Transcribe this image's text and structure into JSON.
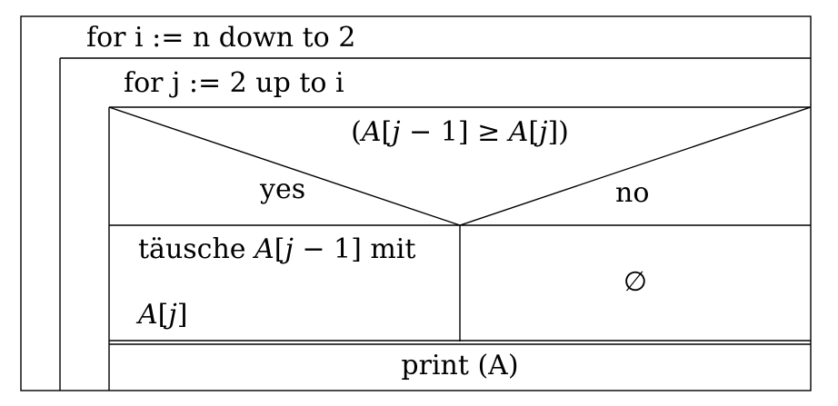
{
  "outer_loop": {
    "label": "for i := n down to 2"
  },
  "inner_loop": {
    "label": "for j := 2 up to i"
  },
  "decision": {
    "condition_open": "(",
    "a1": "A",
    "bracket_open1": "[",
    "j1": "j",
    "minus_one": " − 1",
    "bracket_close1": "]",
    "geq": " ≥ ",
    "a2": "A",
    "bracket_open2": "[",
    "j2": "j",
    "bracket_close2": "]",
    "condition_close": ")",
    "yes_label": "yes",
    "no_label": "no"
  },
  "yes_branch": {
    "line1_prefix": "täusche ",
    "a1": "A",
    "bracket_open1": "[",
    "j1": "j",
    "minus_one": " − 1",
    "bracket_close1": "] ",
    "mit": "mit",
    "a2": "A",
    "bracket_open2": "[",
    "j2": "j",
    "bracket_close2": "]"
  },
  "no_branch": {
    "symbol": "∅"
  },
  "after_loop": {
    "label": "print (A)"
  }
}
